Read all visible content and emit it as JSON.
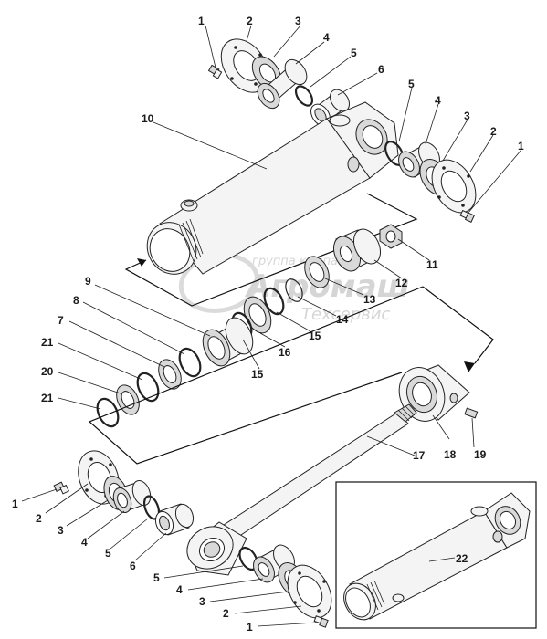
{
  "callouts": [
    {
      "id": "c-1-top-left",
      "text": "1"
    },
    {
      "id": "c-2-top-left",
      "text": "2"
    },
    {
      "id": "c-3-top-left",
      "text": "3"
    },
    {
      "id": "c-4-top-left",
      "text": "4"
    },
    {
      "id": "c-5-top-left",
      "text": "5"
    },
    {
      "id": "c-6-top-left",
      "text": "6"
    },
    {
      "id": "c-10",
      "text": "10"
    },
    {
      "id": "c-5-top-right",
      "text": "5"
    },
    {
      "id": "c-4-top-right",
      "text": "4"
    },
    {
      "id": "c-3-top-right",
      "text": "3"
    },
    {
      "id": "c-2-top-right",
      "text": "2"
    },
    {
      "id": "c-1-top-right",
      "text": "1"
    },
    {
      "id": "c-11",
      "text": "11"
    },
    {
      "id": "c-12",
      "text": "12"
    },
    {
      "id": "c-13",
      "text": "13"
    },
    {
      "id": "c-14",
      "text": "14"
    },
    {
      "id": "c-15-right",
      "text": "15"
    },
    {
      "id": "c-16",
      "text": "16"
    },
    {
      "id": "c-15-left",
      "text": "15"
    },
    {
      "id": "c-9",
      "text": "9"
    },
    {
      "id": "c-8",
      "text": "8"
    },
    {
      "id": "c-7",
      "text": "7"
    },
    {
      "id": "c-21-upper",
      "text": "21"
    },
    {
      "id": "c-20",
      "text": "20"
    },
    {
      "id": "c-21-lower",
      "text": "21"
    },
    {
      "id": "c-17",
      "text": "17"
    },
    {
      "id": "c-18",
      "text": "18"
    },
    {
      "id": "c-19",
      "text": "19"
    },
    {
      "id": "c-1-bottom-left",
      "text": "1"
    },
    {
      "id": "c-2-bottom-left",
      "text": "2"
    },
    {
      "id": "c-3-bottom-left",
      "text": "3"
    },
    {
      "id": "c-4-bottom-left",
      "text": "4"
    },
    {
      "id": "c-5-bottom-left",
      "text": "5"
    },
    {
      "id": "c-6-bottom-left",
      "text": "6"
    },
    {
      "id": "c-5-bottom-right",
      "text": "5"
    },
    {
      "id": "c-4-bottom-right",
      "text": "4"
    },
    {
      "id": "c-3-bottom-right",
      "text": "3"
    },
    {
      "id": "c-2-bottom-right",
      "text": "2"
    },
    {
      "id": "c-1-bottom-right",
      "text": "1"
    },
    {
      "id": "c-22",
      "text": "22"
    }
  ],
  "watermark": {
    "line1": "группа компаний",
    "line2": "Агромаш",
    "line3": "Техсервис"
  }
}
